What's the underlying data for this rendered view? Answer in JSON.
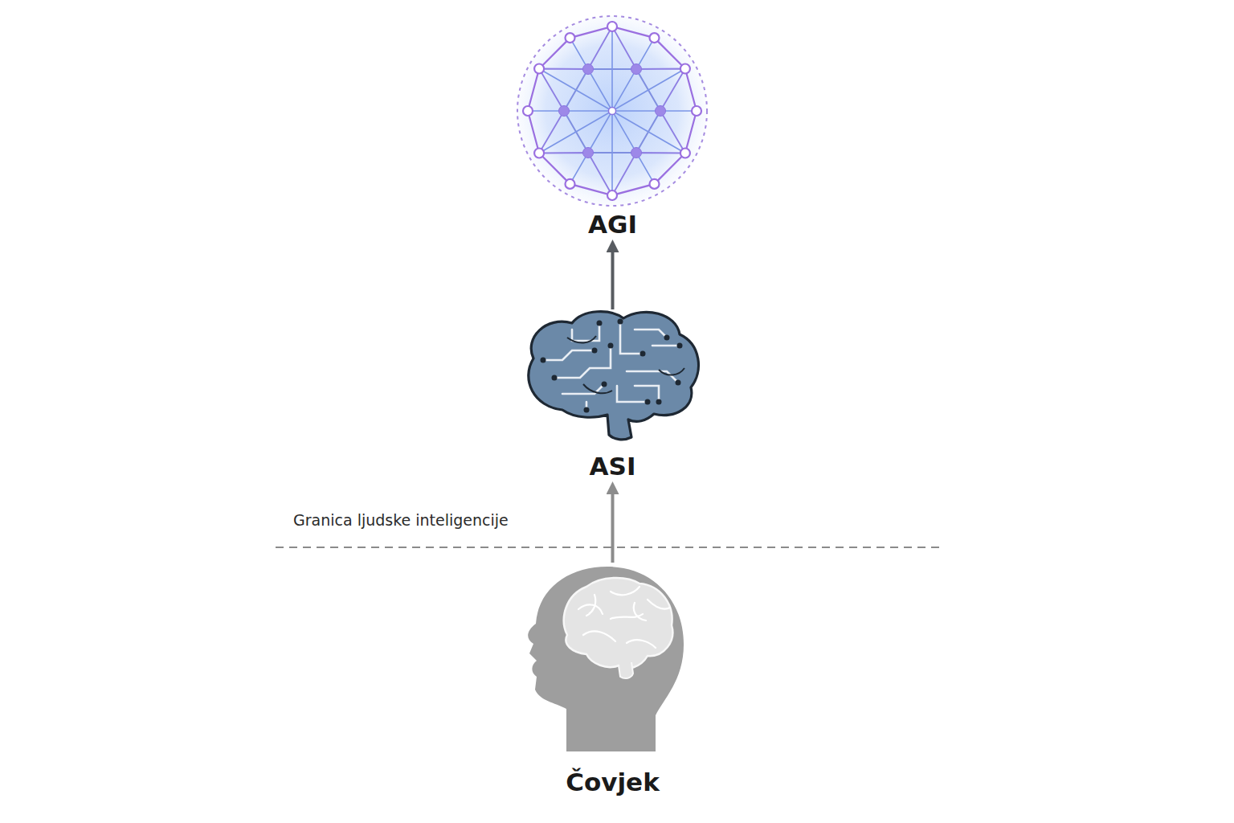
{
  "diagram": {
    "nodes": [
      {
        "text": [
          "AGI"
        ]
      },
      {
        "text": [
          "ASI"
        ]
      },
      {
        "text": [
          "Čovjek"
        ]
      }
    ],
    "edges": [
      {
        "from": 2,
        "to": 1,
        "arrow": "to"
      },
      {
        "from": 1,
        "to": 0,
        "arrow": "to"
      }
    ],
    "labels": [
      "Granica ljudske inteligencije"
    ]
  }
}
